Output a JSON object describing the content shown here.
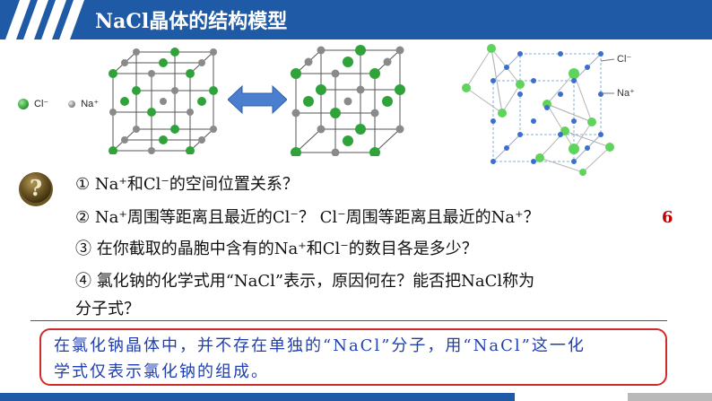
{
  "header": {
    "title": "NaCl晶体的结构模型"
  },
  "legend": {
    "cl_label": "Cl⁻",
    "na_label": "Na⁺"
  },
  "diagram_labels": {
    "cl": "Cl⁻",
    "na": "Na⁺"
  },
  "questions": [
    "① Na⁺和Cl⁻的空间位置关系？",
    "② Na⁺周围等距离且最近的Cl⁻？ Cl⁻周围等距离且最近的Na⁺？",
    "③ 在你截取的晶胞中含有的Na⁺和Cl⁻的数目各是多少？",
    "④ 氯化钠的化学式用“NaCl”表示，原因何在？能否把NaCl称为",
    "分子式？"
  ],
  "answer_number": "6",
  "answer": {
    "line1": "在氯化钠晶体中，并不存在单独的“NaCl”分子，用“NaCl”这一化",
    "line2": "学式仅表示氯化钠的组成。"
  },
  "colors": {
    "header": "#1f5aa6",
    "green_ion": "#2fa33a",
    "grey_ion": "#8a8a8a",
    "answer_text": "#1f3fb0",
    "box_border": "#d12a2a",
    "answer_number": "#c00000"
  }
}
